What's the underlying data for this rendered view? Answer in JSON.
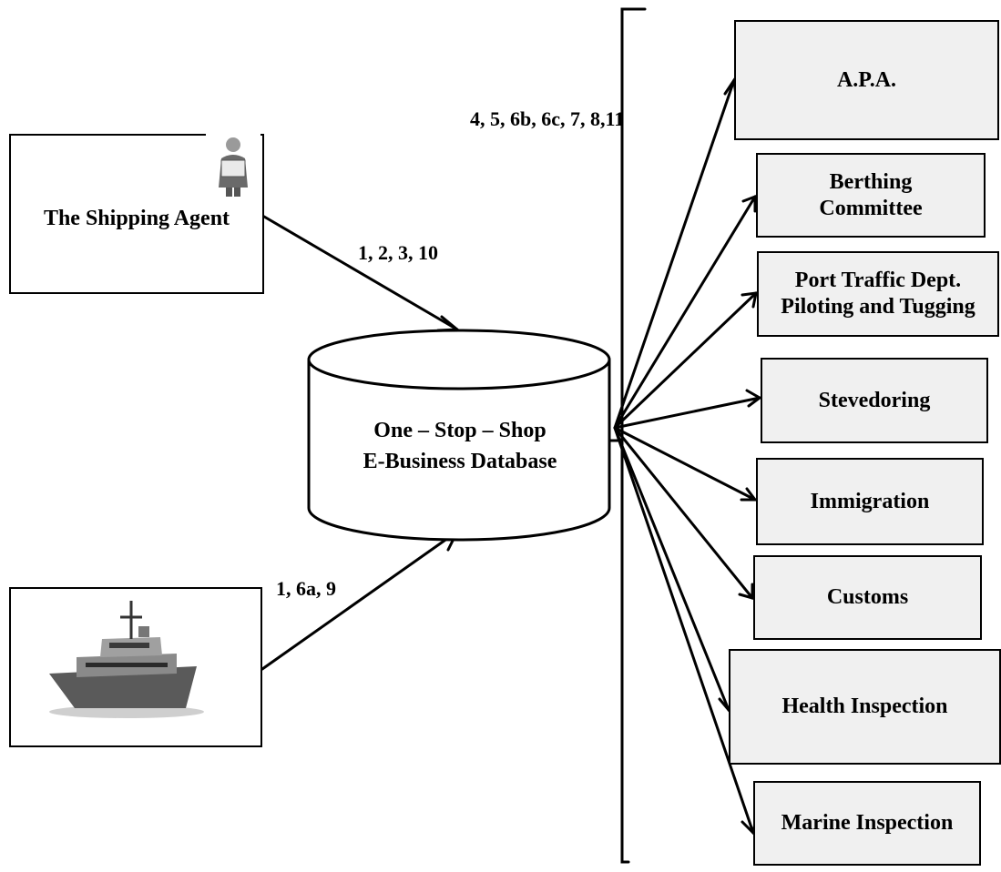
{
  "actors": {
    "shipping_agent": "The Shipping Agent"
  },
  "database": {
    "line1": "One – Stop – Shop",
    "line2": "E-Business Database"
  },
  "flows": {
    "agent_to_db": "1, 2, 3, 10",
    "ship_to_db": "1, 6a, 9",
    "db_to_agencies": "4, 5, 6b, 6c, 7, 8,11"
  },
  "agencies": [
    {
      "label": "A.P.A."
    },
    {
      "label": "Berthing\nCommittee"
    },
    {
      "label": "Port Traffic Dept.\nPiloting and Tugging"
    },
    {
      "label": "Stevedoring"
    },
    {
      "label": "Immigration"
    },
    {
      "label": "Customs"
    },
    {
      "label": "Health Inspection"
    },
    {
      "label": "Marine Inspection"
    }
  ],
  "icons": {
    "agent_icon": "man-holding-paper-icon",
    "ship_icon": "ship-icon"
  }
}
